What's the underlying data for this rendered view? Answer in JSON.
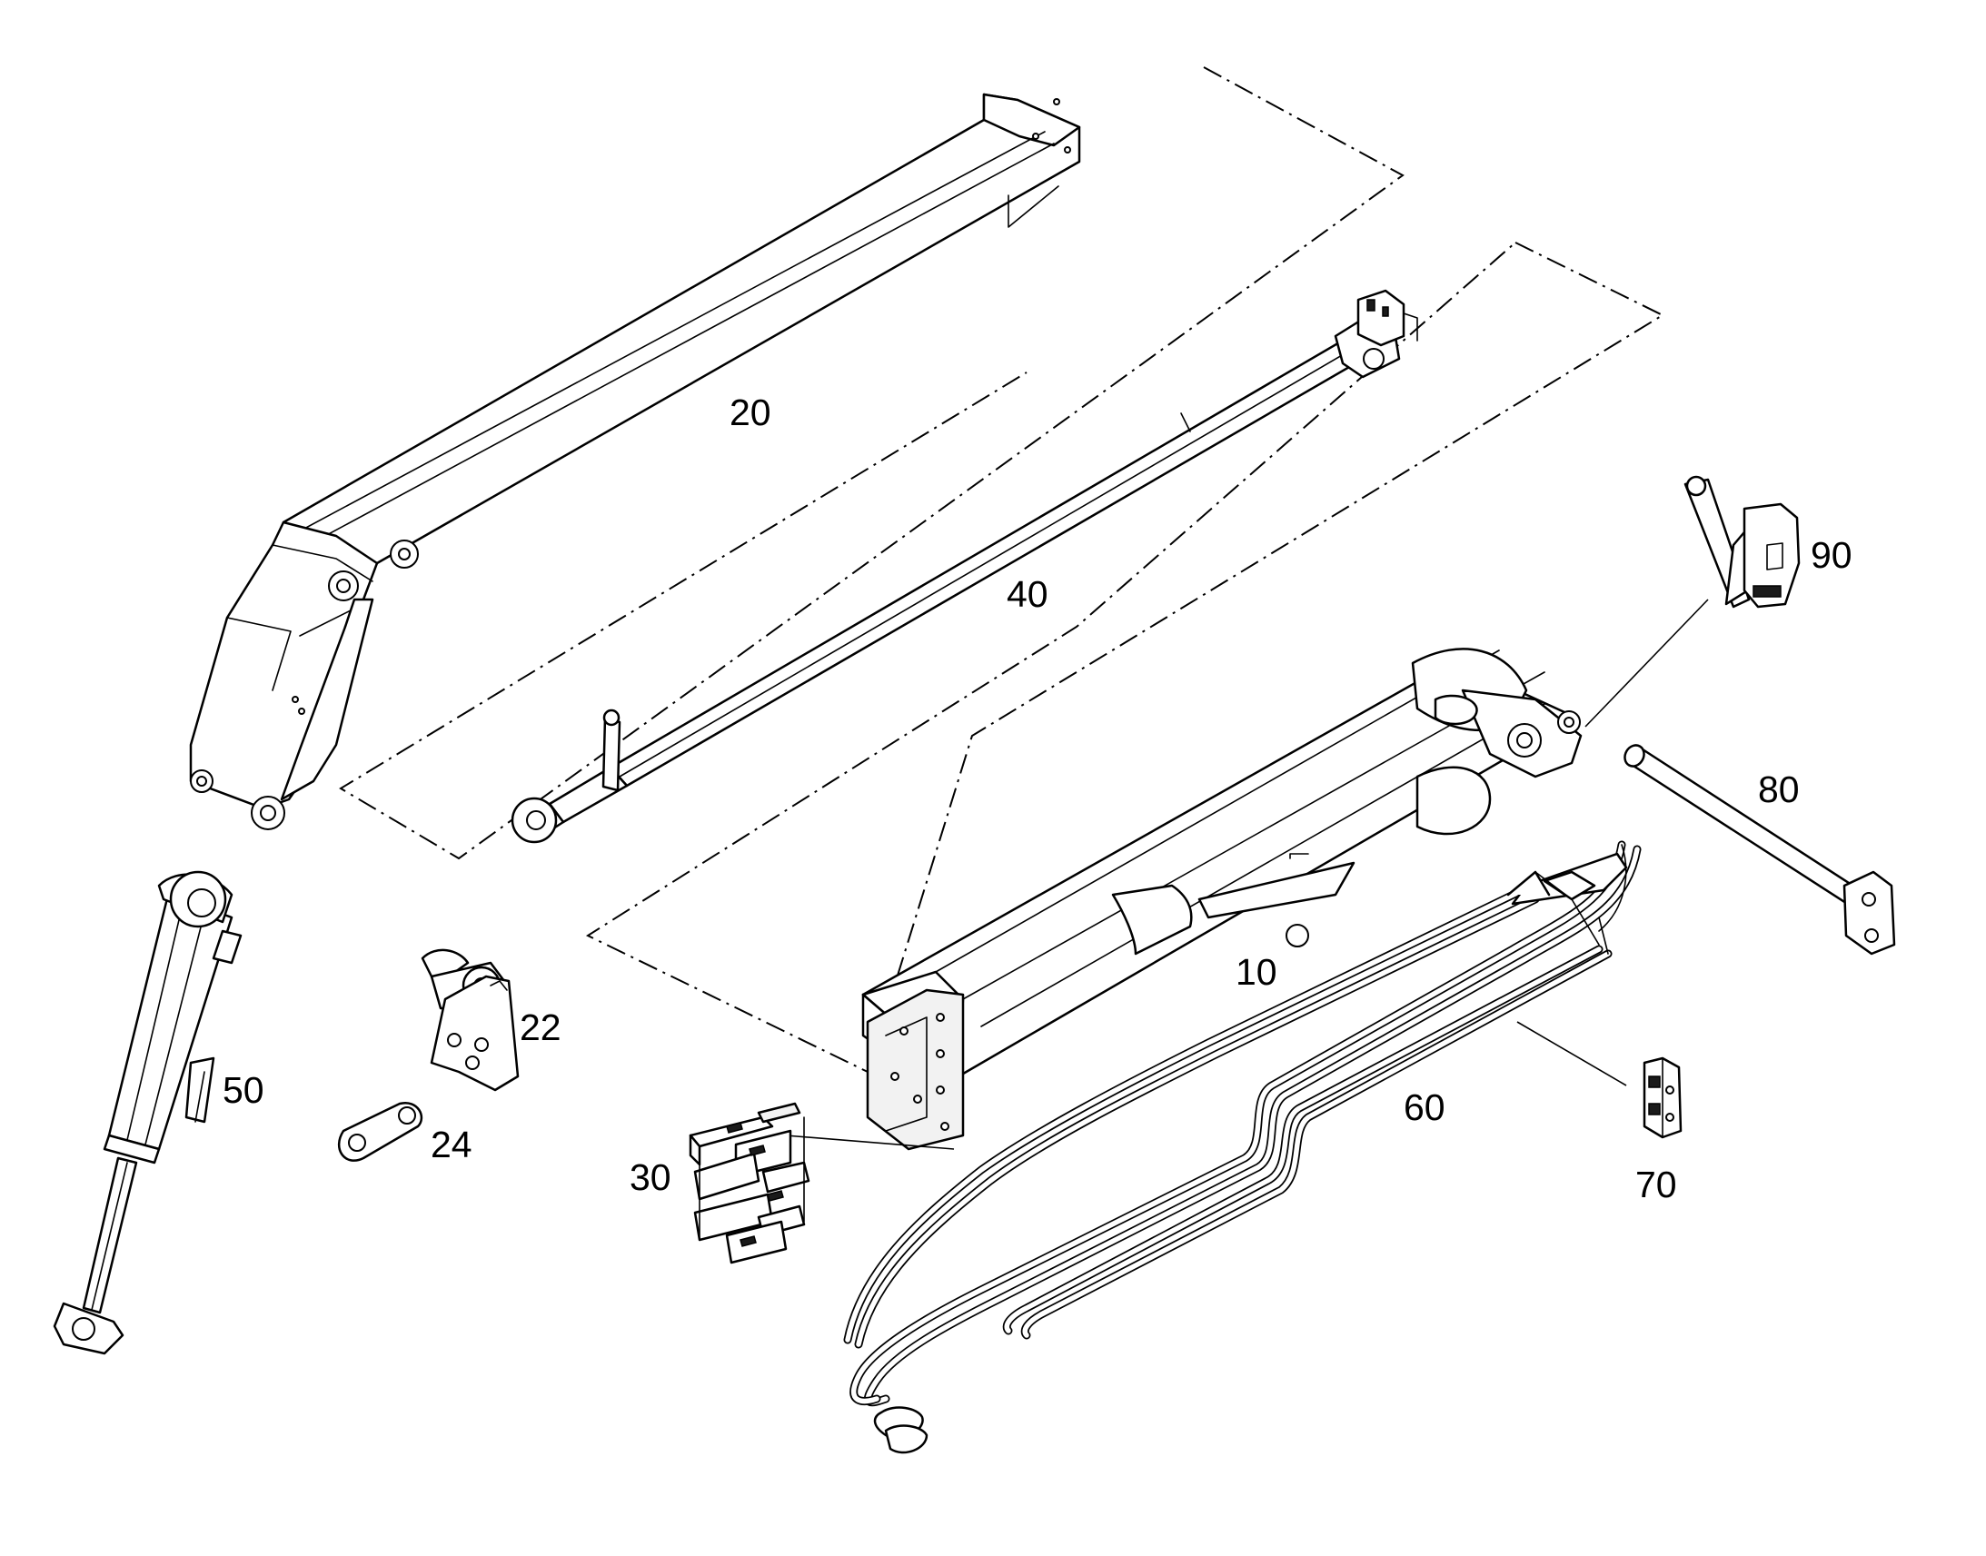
{
  "callouts": {
    "c10": "10",
    "c20": "20",
    "c22": "22",
    "c24": "24",
    "c30": "30",
    "c40": "40",
    "c50": "50",
    "c60": "60",
    "c70": "70",
    "c80": "80",
    "c90": "90"
  },
  "colors": {
    "line": "#000000",
    "background": "#ffffff"
  }
}
